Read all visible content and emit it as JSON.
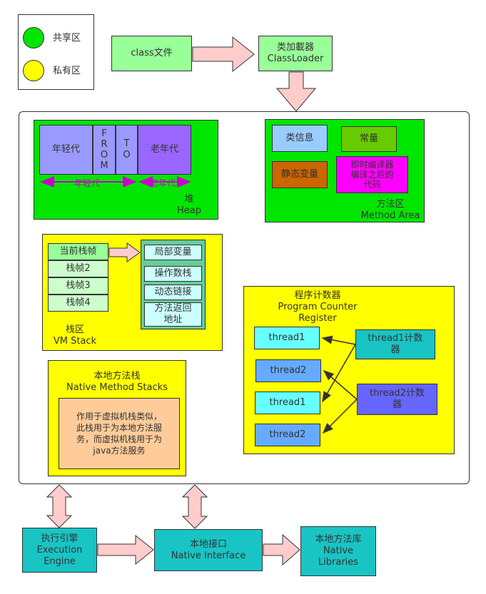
{
  "legend": {
    "shared": "共享区",
    "private": "私有区"
  },
  "top": {
    "class_file": "class文件",
    "class_loader": "类加載器\nClassLoader"
  },
  "heap": {
    "young": "年轻代",
    "from": "F\nR\nO\nM",
    "to": "T\nO",
    "old": "老年代",
    "young_range": "年轻代",
    "old_range": "老年代",
    "label": "堆\nHeap"
  },
  "method_area": {
    "class_info": "类信息",
    "constants": "常量",
    "static_vars": "静态变量",
    "jit_code": "即时编译器\n编译之后的\n代码",
    "label": "方法区\nMethod Area"
  },
  "vm_stack": {
    "frames": [
      "当前栈帧",
      "栈帧2",
      "栈帧3",
      "栈帧4"
    ],
    "frame_parts": [
      "局部变量",
      "操作数栈",
      "动态链接",
      "方法返回\n地址"
    ],
    "label": "栈区\nVM Stack"
  },
  "native_stack": {
    "title": "本地方法栈\nNative Method Stacks",
    "desc": "作用于虚拟机栈类似，\n此栈用于为本地方法服\n务，而虚拟机栈用于为\njava方法服务"
  },
  "pc_register": {
    "title": "程序计数器\nProgram Counter\nRegister",
    "threads": [
      "thread1",
      "thread2",
      "thread1",
      "thread2"
    ],
    "counter1": "thread1计数\n器",
    "counter2": "thread2计数\n器"
  },
  "bottom": {
    "engine": "执行引擎\nExecution\nEngine",
    "native_interface": "本地接口\nNative Interface",
    "native_libraries": "本地方法库\nNative\nLibraries"
  },
  "colors": {
    "shared": "#00e600",
    "private": "#ffff00",
    "young": "#9999ff",
    "old": "#9966ff",
    "class_file": "#99ff99",
    "arrow_fill": "#ffcccc",
    "teal": "#19c4c4"
  }
}
